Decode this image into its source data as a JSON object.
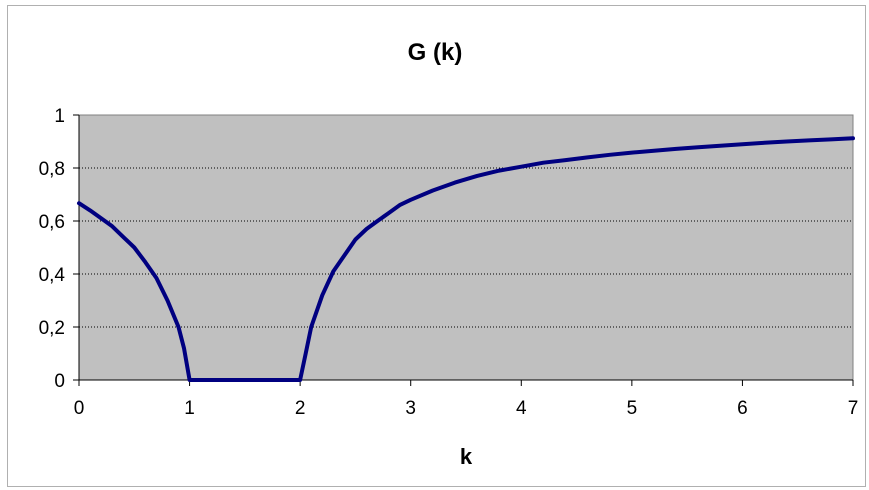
{
  "chart_data": {
    "type": "line",
    "title": "G (k)",
    "xlabel": "k",
    "ylabel": "",
    "xlim": [
      0,
      7
    ],
    "ylim": [
      0,
      1
    ],
    "xticks": [
      0,
      1,
      2,
      3,
      4,
      5,
      6,
      7
    ],
    "yticks": [
      0,
      0.2,
      0.4,
      0.6,
      0.8,
      1
    ],
    "xtick_labels": [
      "0",
      "1",
      "2",
      "3",
      "4",
      "5",
      "6",
      "7"
    ],
    "ytick_labels": [
      "0",
      "0,2",
      "0,4",
      "0,6",
      "0,8",
      "1"
    ],
    "grid": "horizontal-dotted",
    "plot_background": "#c0c0c0",
    "series": [
      {
        "color": "#000080",
        "x": [
          0,
          0.1,
          0.2,
          0.3,
          0.4,
          0.5,
          0.6,
          0.7,
          0.8,
          0.9,
          0.95,
          1.0,
          1.1,
          1.2,
          1.3,
          1.4,
          1.5,
          1.6,
          1.7,
          1.8,
          1.9,
          2.0,
          2.05,
          2.1,
          2.2,
          2.3,
          2.4,
          2.5,
          2.6,
          2.7,
          2.8,
          2.9,
          3.0,
          3.2,
          3.4,
          3.6,
          3.8,
          4.0,
          4.2,
          4.4,
          4.6,
          4.8,
          5.0,
          5.2,
          5.4,
          5.6,
          5.8,
          6.0,
          6.2,
          6.4,
          6.6,
          6.8,
          7.0
        ],
        "y": [
          0.667,
          0.64,
          0.61,
          0.58,
          0.54,
          0.5,
          0.445,
          0.385,
          0.3,
          0.2,
          0.12,
          0,
          0,
          0,
          0,
          0,
          0,
          0,
          0,
          0,
          0,
          0,
          0.1,
          0.2,
          0.32,
          0.41,
          0.47,
          0.53,
          0.57,
          0.6,
          0.63,
          0.66,
          0.68,
          0.715,
          0.745,
          0.77,
          0.79,
          0.805,
          0.82,
          0.83,
          0.84,
          0.85,
          0.858,
          0.865,
          0.872,
          0.878,
          0.884,
          0.89,
          0.895,
          0.9,
          0.904,
          0.908,
          0.912
        ]
      }
    ]
  }
}
